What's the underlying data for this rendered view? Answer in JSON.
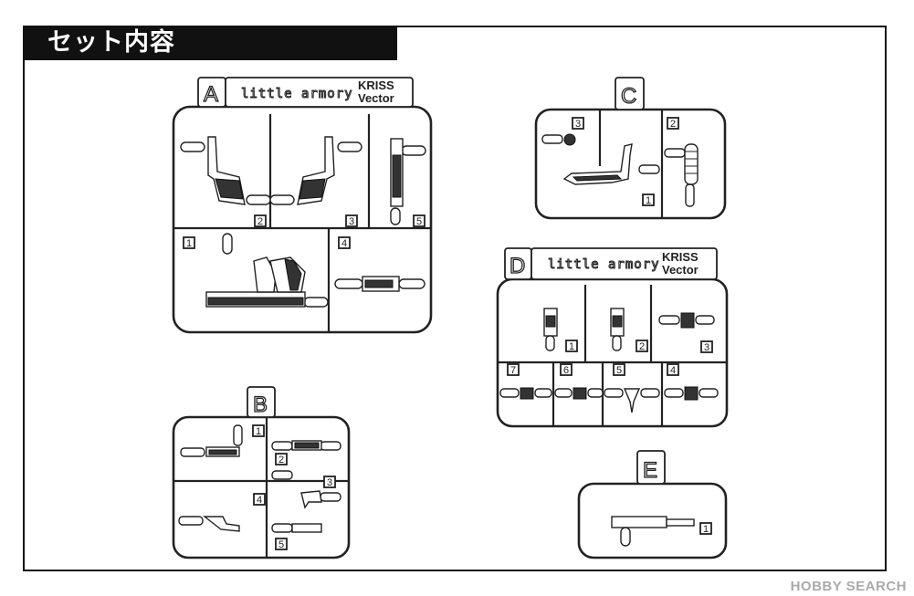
{
  "title": "セット内容",
  "brand_logo_text": "little armory",
  "kriss_line1": "KRISS",
  "kriss_line2": "Vector",
  "watermark": "HOBBY SEARCH",
  "runners": [
    {
      "letter": "A",
      "parts": [
        "1",
        "2",
        "3",
        "4",
        "5"
      ]
    },
    {
      "letter": "B",
      "parts": [
        "1",
        "2",
        "3",
        "4",
        "5"
      ]
    },
    {
      "letter": "C",
      "parts": [
        "1",
        "2",
        "3"
      ]
    },
    {
      "letter": "D",
      "parts": [
        "1",
        "2",
        "3",
        "4",
        "5",
        "6",
        "7"
      ]
    },
    {
      "letter": "E",
      "parts": [
        "1"
      ]
    }
  ]
}
